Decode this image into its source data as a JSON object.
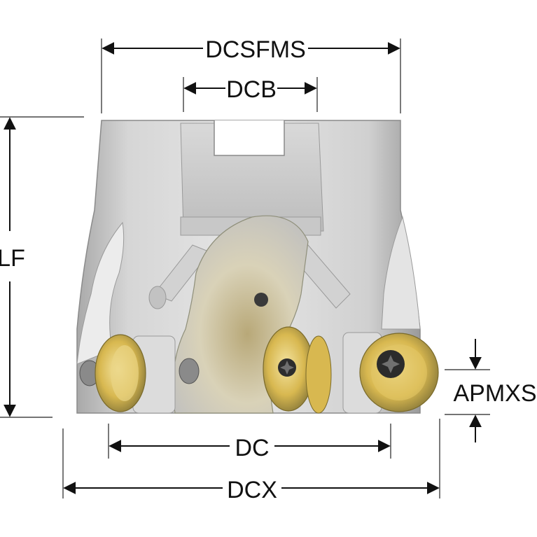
{
  "dimensions": {
    "dcsfms": "DCSFMS",
    "dcb": "DCB",
    "lf": "LF",
    "apmxs": "APMXS",
    "dc": "DC",
    "dcx": "DCX"
  },
  "colors": {
    "body_steel": "#cfcfcf",
    "insert_gold": "#d8b850",
    "insert_shadow": "#8a7a3a",
    "dimension_ink": "#111111"
  },
  "icons": [
    "arrow-head",
    "torx-screw-icon"
  ]
}
